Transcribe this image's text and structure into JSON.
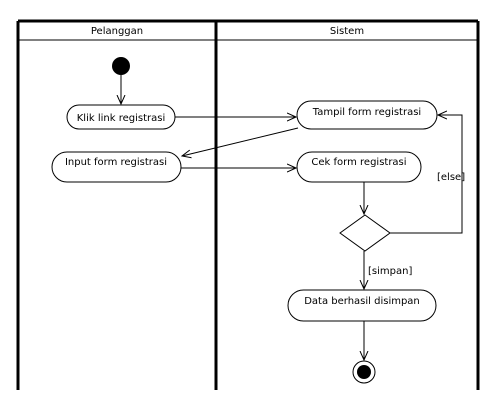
{
  "swimlanes": [
    {
      "label": "Pelanggan"
    },
    {
      "label": "Sistem"
    }
  ],
  "activities": {
    "klik_link": "Klik link registrasi",
    "tampil_form": "Tampil form registrasi",
    "input_form": "Input form registrasi",
    "cek_form": "Cek form registrasi",
    "data_disimpan": "Data berhasil disimpan"
  },
  "guards": {
    "else": "[else]",
    "simpan": "[simpan]"
  }
}
